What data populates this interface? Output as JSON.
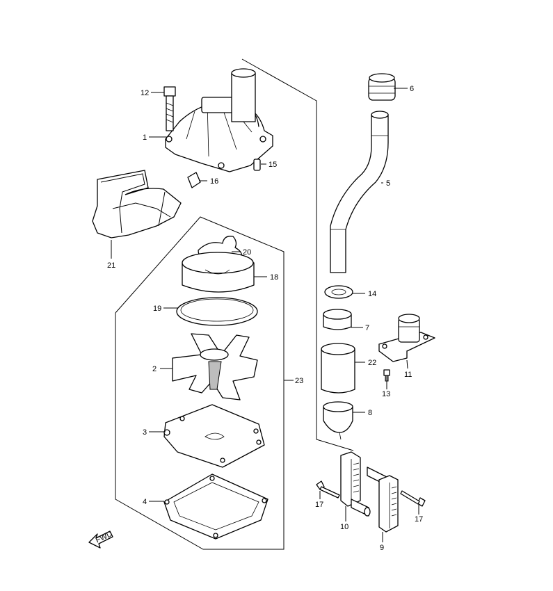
{
  "diagram": {
    "callouts": {
      "p1": "1",
      "p2": "2",
      "p3": "3",
      "p4": "4",
      "p5": "5",
      "p6": "6",
      "p7": "7",
      "p8": "8",
      "p9": "9",
      "p10": "10",
      "p11": "11",
      "p12": "12",
      "p13": "13",
      "p14": "14",
      "p15": "15",
      "p16": "16",
      "p17a": "17",
      "p17b": "17",
      "p18": "18",
      "p19": "19",
      "p20": "20",
      "p21": "21",
      "p22": "22",
      "p23": "23"
    },
    "fwd_label": "FWD"
  }
}
